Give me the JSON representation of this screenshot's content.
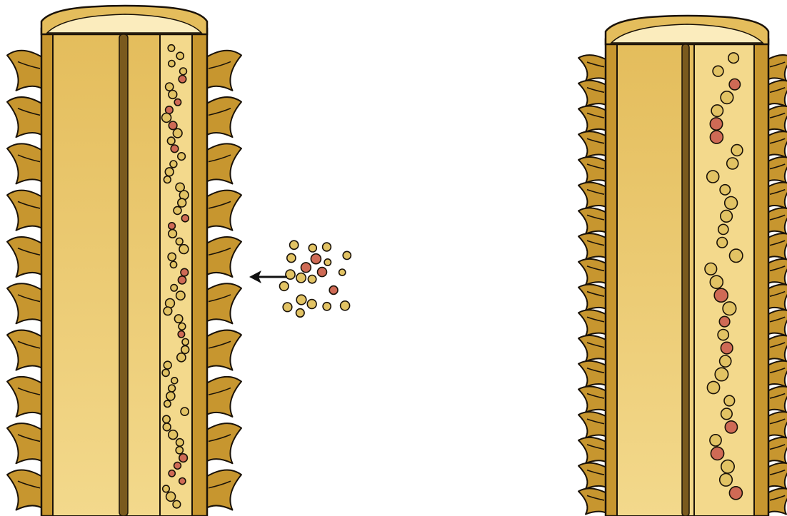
{
  "colors": {
    "tissue": "#c7962f",
    "tissue_light": "#f3d98c",
    "tissue_mid": "#e4bd5c",
    "cap_light": "#fbecbd",
    "outline": "#1a1208",
    "septum": "#7a5a1e",
    "particle_yellow": "#e2c364",
    "particle_red": "#cf6a55",
    "arrow": "#111111"
  },
  "icons": {
    "arrow": "arrow-left-icon"
  },
  "left_panel": {
    "particle_count": 60,
    "red_particle_count": 14,
    "spine_count": 10
  },
  "right_panel": {
    "particle_count": 34,
    "red_particle_count": 9,
    "spine_count": 18
  },
  "free_particles": {
    "particle_count": 21,
    "red_particle_count": 4
  }
}
